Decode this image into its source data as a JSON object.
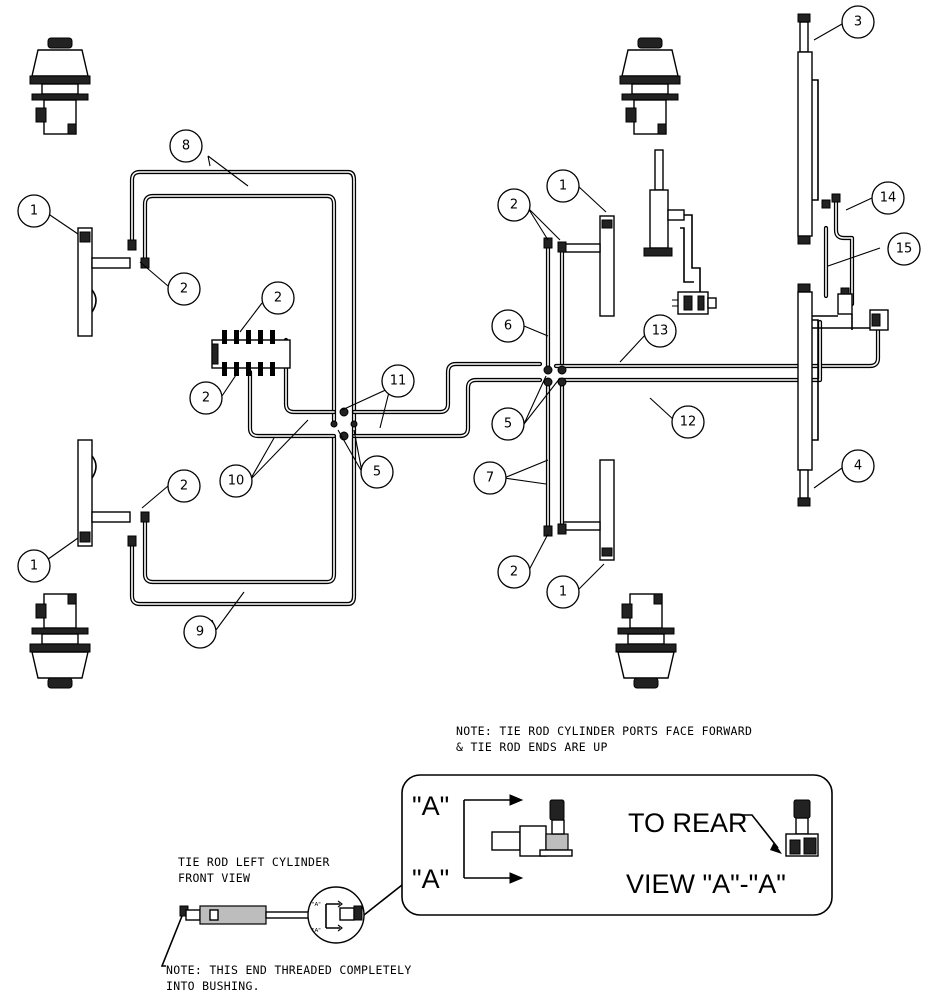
{
  "callouts": [
    {
      "id": "c1a",
      "label": "1"
    },
    {
      "id": "c2a",
      "label": "2"
    },
    {
      "id": "c8",
      "label": "8"
    },
    {
      "id": "c2b",
      "label": "2"
    },
    {
      "id": "c2c",
      "label": "2"
    },
    {
      "id": "c11",
      "label": "11"
    },
    {
      "id": "c10",
      "label": "10"
    },
    {
      "id": "c5a",
      "label": "5"
    },
    {
      "id": "c2d",
      "label": "2"
    },
    {
      "id": "c1b",
      "label": "1"
    },
    {
      "id": "c9",
      "label": "9"
    },
    {
      "id": "c2e",
      "label": "2"
    },
    {
      "id": "c1c",
      "label": "1"
    },
    {
      "id": "c6",
      "label": "6"
    },
    {
      "id": "c5b",
      "label": "5"
    },
    {
      "id": "c7",
      "label": "7"
    },
    {
      "id": "c2f",
      "label": "2"
    },
    {
      "id": "c1d",
      "label": "1"
    },
    {
      "id": "c13",
      "label": "13"
    },
    {
      "id": "c12",
      "label": "12"
    },
    {
      "id": "c3",
      "label": "3"
    },
    {
      "id": "c14",
      "label": "14"
    },
    {
      "id": "c15",
      "label": "15"
    },
    {
      "id": "c4",
      "label": "4"
    }
  ],
  "notes": {
    "ports_line1": "NOTE: TIE ROD CYLINDER PORTS FACE FORWARD",
    "ports_line2": "& TIE ROD ENDS ARE UP",
    "front_view_line1": "TIE ROD LEFT CYLINDER",
    "front_view_line2": "FRONT VIEW",
    "threaded_line1": "NOTE: THIS END THREADED COMPLETELY",
    "threaded_line2": "INTO BUSHING."
  },
  "detail": {
    "a_top": "\"A\"",
    "a_bottom": "\"A\"",
    "to_rear": "TO REAR",
    "view_label": "VIEW \"A\"-\"A\"",
    "mini_a_top": "\"A\"",
    "mini_a_bottom": "\"A\""
  }
}
